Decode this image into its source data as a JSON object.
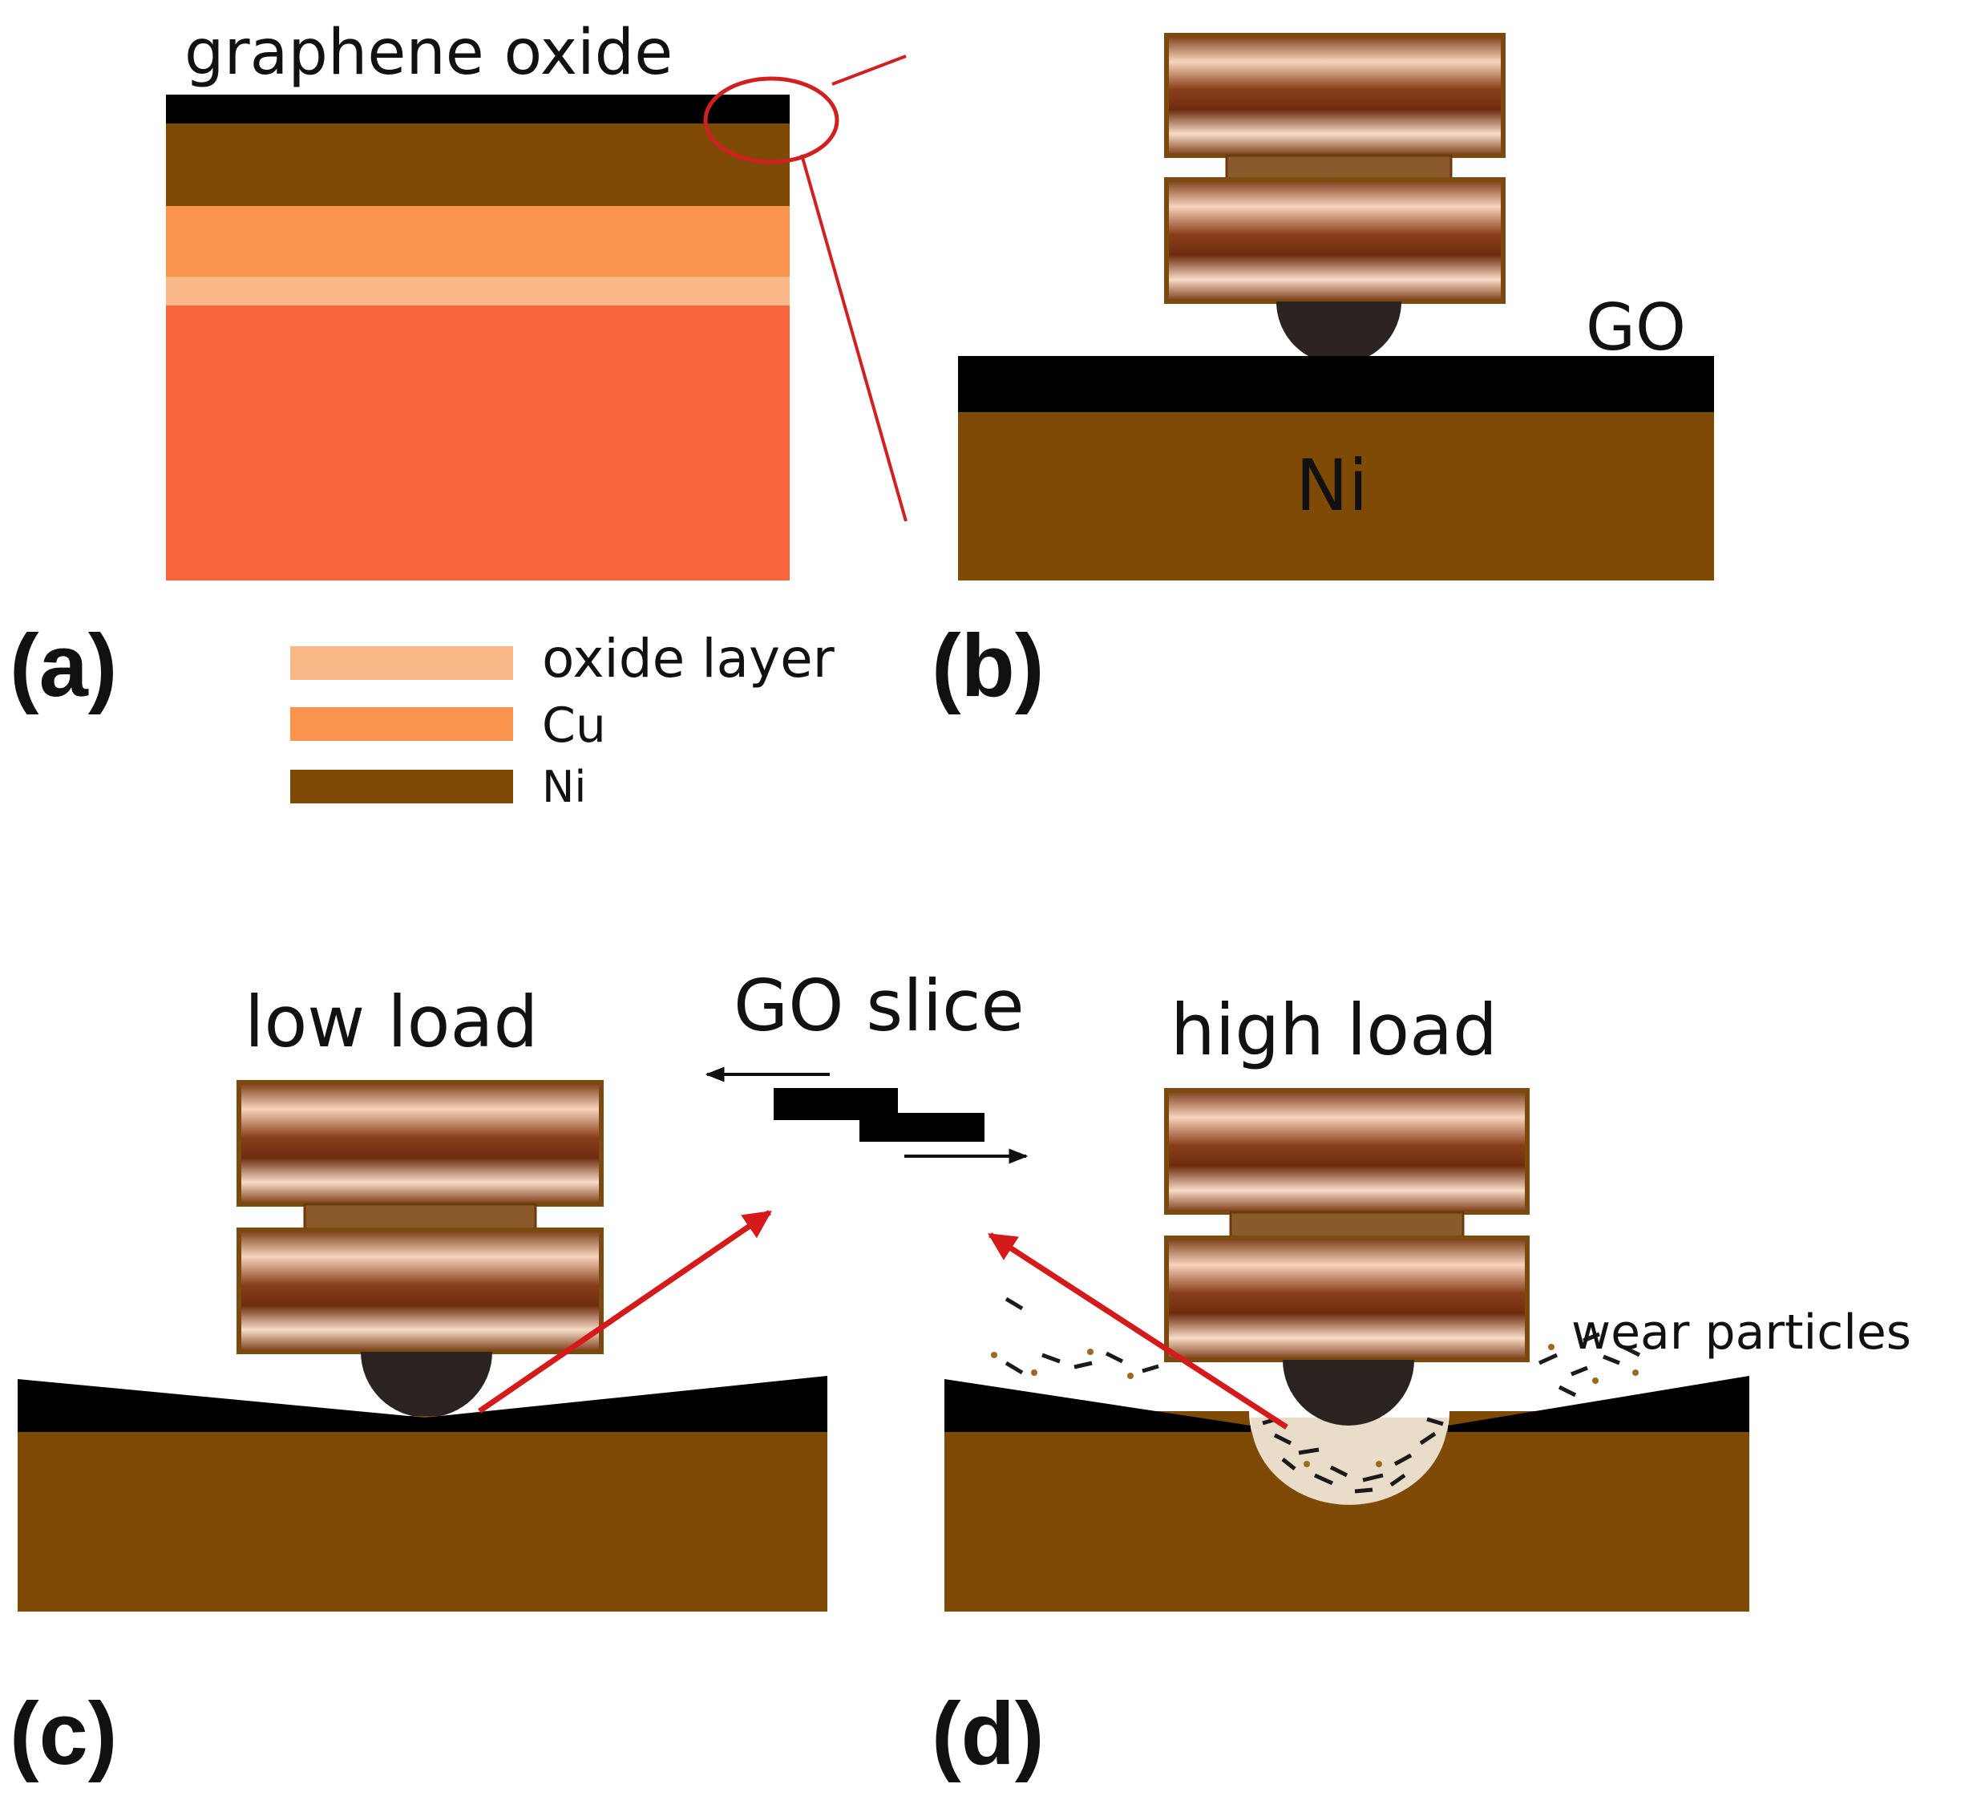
{
  "panels": {
    "a": {
      "letter": "(a)",
      "title": "graphene oxide",
      "legend": [
        {
          "label": "oxide layer",
          "color": "#FBB98A"
        },
        {
          "label": "Cu",
          "color": "#F9934E"
        },
        {
          "label": "Ni",
          "color": "#7F4A06"
        }
      ]
    },
    "b": {
      "letter": "(b)",
      "go_label": "GO",
      "ni_label": "Ni"
    },
    "c": {
      "letter": "(c)",
      "title": "low load"
    },
    "d": {
      "letter": "(d)",
      "title": "high load",
      "particles_label": "wear particles"
    },
    "center": {
      "title": "GO slice"
    }
  },
  "colors": {
    "ni": "#7F4A06",
    "cu": "#F9934E",
    "oxide": "#FBB98A",
    "substrate": "#F8653C",
    "go": "#000000",
    "ball": "#2A2320",
    "callout": "#D02020",
    "arrow": "#D41A1A"
  }
}
